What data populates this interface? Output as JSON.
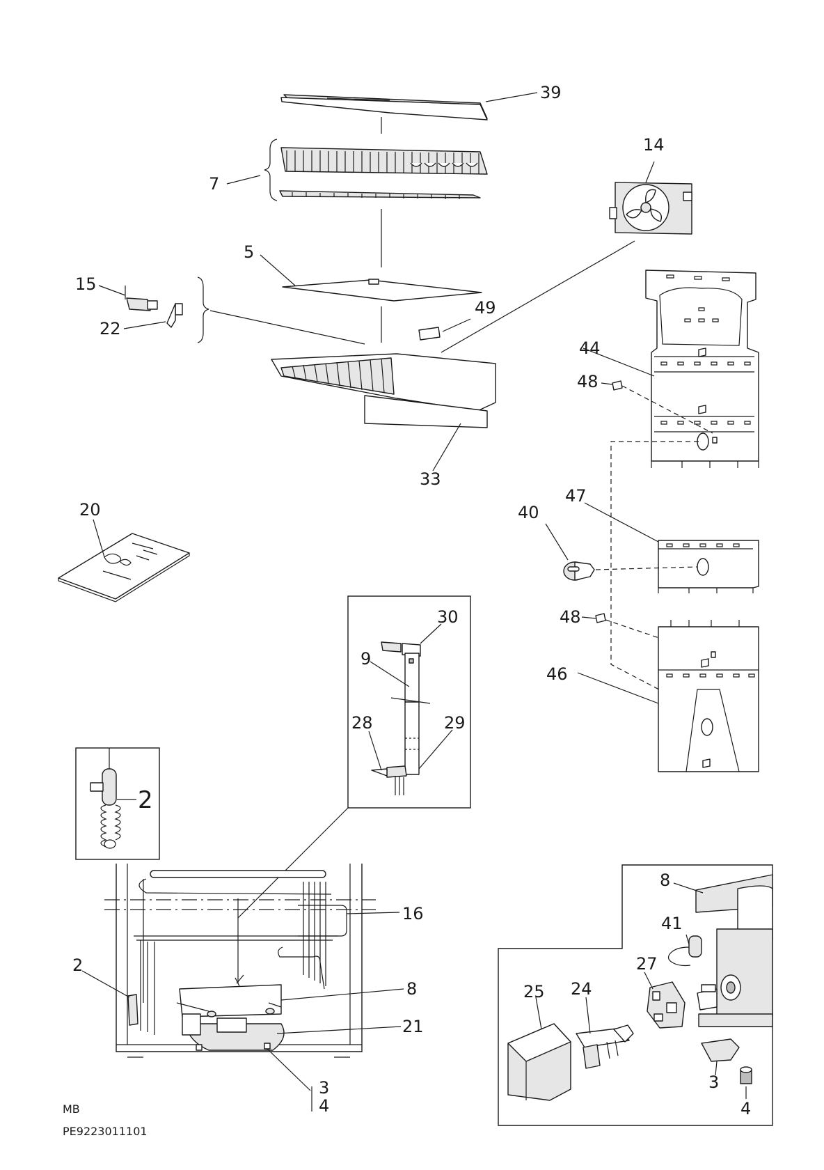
{
  "callouts": {
    "p39": "39",
    "p14": "14",
    "p7": "7",
    "p5": "5",
    "p15": "15",
    "p22": "22",
    "p49": "49",
    "p44": "44",
    "p48a": "48",
    "p33": "33",
    "p20": "20",
    "p47": "47",
    "p40": "40",
    "p48b": "48",
    "p30": "30",
    "p9": "9",
    "p46": "46",
    "p28": "28",
    "p29": "29",
    "p2_detail": "2",
    "p16": "16",
    "p2": "2",
    "p8": "8",
    "p21": "21",
    "p3": "3",
    "p4": "4",
    "p8_comp": "8",
    "p41": "41",
    "p27": "27",
    "p25": "25",
    "p24": "24",
    "p3_comp": "3",
    "p4_comp": "4"
  },
  "footer": {
    "model": "MB",
    "code": "PE9223011101"
  }
}
